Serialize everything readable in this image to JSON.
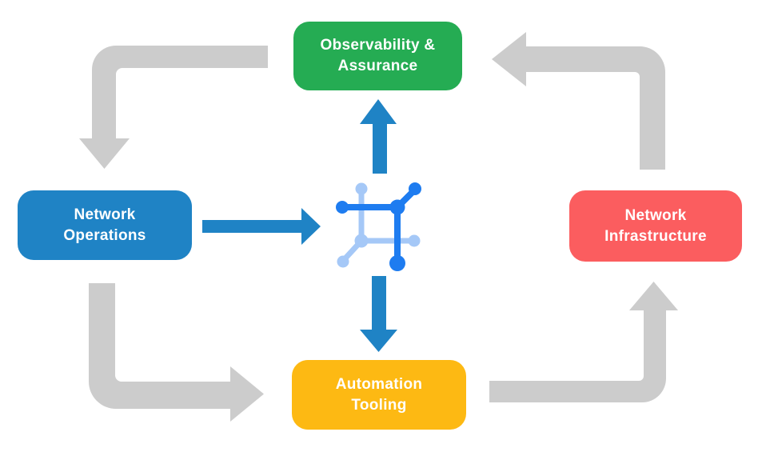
{
  "diagram": {
    "title": "network-automation-cycle",
    "background": "#ffffff"
  },
  "nodes": {
    "observability": {
      "label": "Observability &\nAssurance",
      "color": "#25AC53",
      "text_color": "#ffffff"
    },
    "operations": {
      "label": "Network\nOperations",
      "color": "#1F83C5",
      "text_color": "#ffffff"
    },
    "infrastructure": {
      "label": "Network\nInfrastructure",
      "color": "#FB5D5F",
      "text_color": "#ffffff"
    },
    "automation": {
      "label": "Automation\nTooling",
      "color": "#FDB913",
      "text_color": "#ffffff"
    }
  },
  "colors": {
    "cycle_arrow": "#CCCCCC",
    "flow_arrow": "#1F83C5",
    "icon_dark": "#1E7CF0",
    "icon_light": "#A5C8F7"
  },
  "icons": {
    "hub": "network-mesh-icon"
  }
}
